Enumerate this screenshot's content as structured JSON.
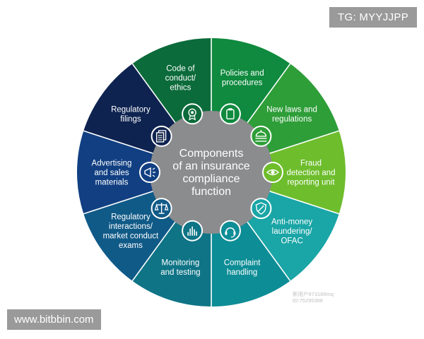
{
  "diagram": {
    "center_title": [
      "Components",
      "of an insurance",
      "compliance",
      "function"
    ],
    "segments": [
      {
        "lines": [
          "Policies and",
          "procedures"
        ],
        "color": "#0f8a3e",
        "icon": "clipboard-icon"
      },
      {
        "lines": [
          "New laws and",
          "regulations"
        ],
        "color": "#2e9e38",
        "icon": "capitol-building-icon"
      },
      {
        "lines": [
          "Fraud",
          "detection and",
          "reporting unit"
        ],
        "color": "#6ebd2c",
        "icon": "eye-icon"
      },
      {
        "lines": [
          "Anti-money",
          "laundering/",
          "OFAC"
        ],
        "color": "#1aa5a6",
        "icon": "shield-icon"
      },
      {
        "lines": [
          "Complaint",
          "handling"
        ],
        "color": "#0d8d96",
        "icon": "headset-icon"
      },
      {
        "lines": [
          "Monitoring",
          "and testing"
        ],
        "color": "#0e7486",
        "icon": "bar-chart-icon"
      },
      {
        "lines": [
          "Regulatory",
          "interactions/",
          "market conduct",
          "exams"
        ],
        "color": "#105a87",
        "icon": "scales-icon"
      },
      {
        "lines": [
          "Advertising",
          "and sales",
          "materials"
        ],
        "color": "#113f82",
        "icon": "megaphone-icon"
      },
      {
        "lines": [
          "Regulatory",
          "filings"
        ],
        "color": "#0e2350",
        "icon": "documents-icon"
      },
      {
        "lines": [
          "Code of",
          "conduct/",
          "ethics"
        ],
        "color": "#0b6b3a",
        "icon": "award-icon"
      }
    ]
  },
  "watermarks": {
    "top_right": "TG: MYYJJPP",
    "bottom_left": "www.bitbbin.com",
    "small_line1": "新用户973188mq",
    "small_line2": "ID:75295388"
  }
}
